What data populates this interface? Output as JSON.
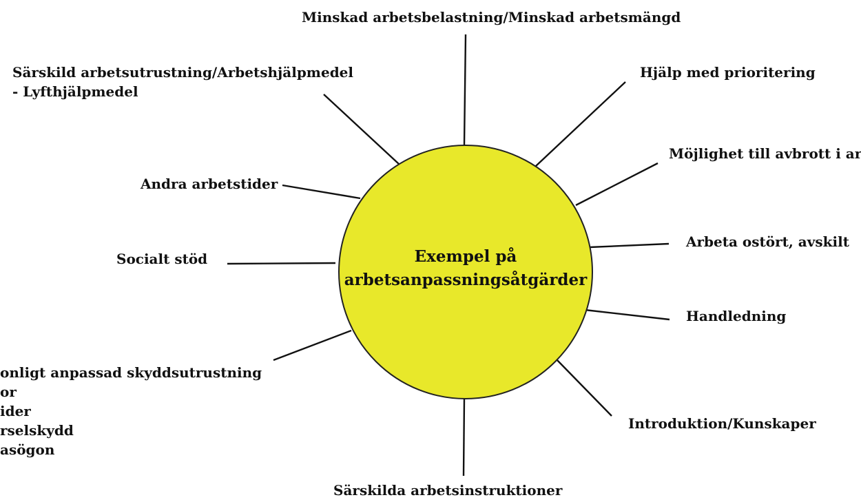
{
  "colors": {
    "hub_fill": "#e8e82a",
    "hub_stroke": "#222222",
    "line": "#111111",
    "text": "#111111"
  },
  "hub": {
    "line1": "Exempel på",
    "line2": "arbetsanpassningsåtgärder"
  },
  "measures": [
    {
      "id": "workload",
      "lines": [
        "Minskad arbetsbelastning/Minskad arbetsmängd"
      ]
    },
    {
      "id": "priority",
      "lines": [
        "Hjälp med prioritering"
      ]
    },
    {
      "id": "breaks",
      "lines": [
        "Möjlighet till avbrott i arb"
      ]
    },
    {
      "id": "undisturbed",
      "lines": [
        "Arbeta ostört, avskilt"
      ]
    },
    {
      "id": "supervision",
      "lines": [
        "Handledning"
      ]
    },
    {
      "id": "introduction",
      "lines": [
        "Introduktion/Kunskaper"
      ]
    },
    {
      "id": "instructions",
      "lines": [
        "Särskilda arbetsinstruktioner"
      ]
    },
    {
      "id": "protective",
      "lines": [
        "onligt anpassad skyddsutrustning",
        "or",
        "ider",
        "rselskydd",
        "asögon"
      ]
    },
    {
      "id": "social",
      "lines": [
        "Socialt stöd"
      ]
    },
    {
      "id": "hours",
      "lines": [
        "Andra arbetstider"
      ]
    },
    {
      "id": "equipment",
      "lines": [
        "Särskild arbetsutrustning/Arbetshjälpmedel",
        "- Lyfthjälpmedel"
      ]
    }
  ]
}
